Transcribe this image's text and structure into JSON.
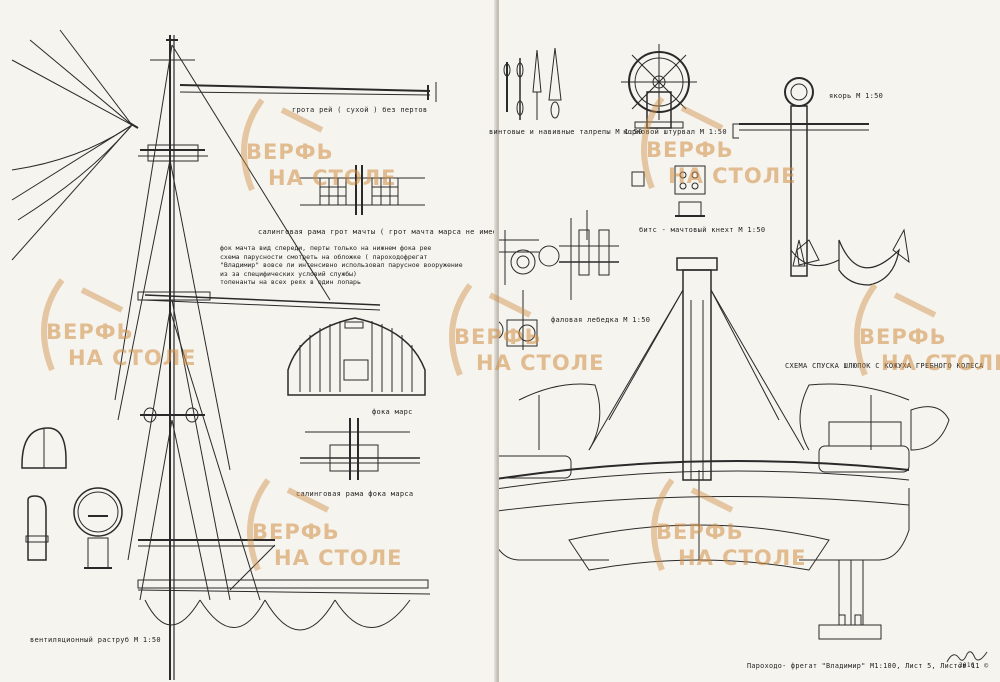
{
  "labels": {
    "main_yard": "грота рей ( сухой ) без пертов",
    "trestle_main": "салинговая рама грот мачты ( грот мачта марса не имеет)",
    "fore_top": "фока марс",
    "trestle_fore": "салинговая рама фока марса",
    "ventilator": "вентиляционный раструб М 1:50",
    "turnbuckles": "винтовые и навивные талрепы М 1:50",
    "wheel": "корновой штурвал М 1:50",
    "bitts": "битс - мачтовый кнехт М 1:50",
    "anchor": "якорь М 1:50",
    "winch": "фаловая лебедка М 1:50",
    "boat_scheme": "СХЕМА СПУСКА ШЛЮПОК С КОЖУХА ГРЕБНОГО КОЛЕСА",
    "footer": "Пароходо- фрегат \"Владимир\" М1:100, Лист 5, Листов 11 ©",
    "signature_year": "2016"
  },
  "rigging_note": [
    "фок мачта вид спереди, перты только на нижнем фока рее",
    "схема парусности смотреть на обложке ( пароходофрегат",
    "\"Владимир\" вовсе ли интенсивно использовал парусное вооружение",
    "из за специфических условий службы)",
    "топенанты на всех реях в один лопарь"
  ],
  "watermark": {
    "line1": "ВЕРФЬ",
    "line2": "НА СТОЛЕ",
    "color": "#d08e46"
  }
}
